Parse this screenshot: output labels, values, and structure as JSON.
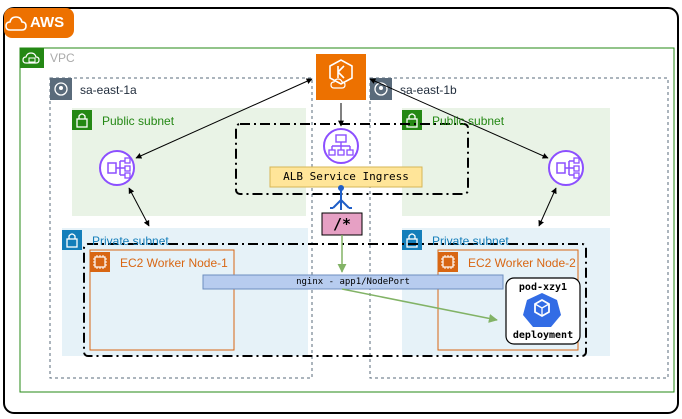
{
  "cloud": {
    "name": "AWS"
  },
  "vpc": {
    "label": "VPC"
  },
  "zones": [
    {
      "label": "sa-east-1a"
    },
    {
      "label": "sa-east-1b"
    }
  ],
  "subnets": {
    "public_left": "Public subnet",
    "public_right": "Public subnet",
    "private_left": "Private subnet",
    "private_right": "Private subnet"
  },
  "nodes": {
    "left": "EC2 Worker Node-1",
    "right": "EC2 Worker Node-2"
  },
  "ingress": {
    "label": "ALB Service Ingress"
  },
  "path": {
    "label": "/*"
  },
  "service": {
    "label": "nginx - app1/NodePort"
  },
  "pod": {
    "name": "pod-xzy1",
    "kind": "deployment"
  },
  "icons": [
    "eks-icon",
    "nlb-icon",
    "alb-icon",
    "split-icon",
    "chip-icon",
    "lock-icon",
    "location-icon",
    "cloud-icon",
    "k8s-deployment-icon"
  ],
  "colors": {
    "aws_orange": "#ED7100",
    "vpc_green": "#248814",
    "public_fill": "#E9F3E6",
    "private_fill": "#E6F2F8",
    "private_blue": "#147EBA",
    "ec2_orange": "#D86613",
    "nlb_purple": "#8C4FFF",
    "ingress_fill": "#FFE599",
    "path_fill": "#E6A0C4",
    "service_fill": "#B7CCEF",
    "k8s_blue": "#326CE5",
    "arrow_green": "#82B366"
  }
}
